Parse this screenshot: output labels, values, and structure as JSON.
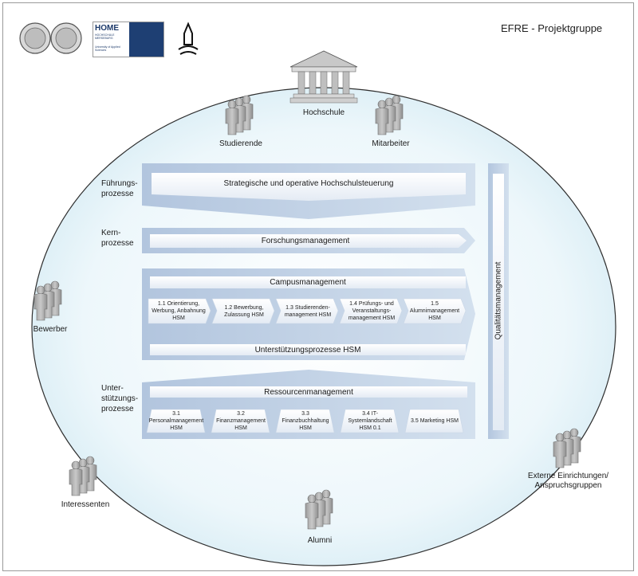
{
  "header": {
    "title": "EFRE - Projektgruppe",
    "logo_home_line1": "HOME",
    "logo_home_line2": "HOCHSCHULE MERSEBURG",
    "logo_home_line3": "University of Applied Sciences"
  },
  "stakeholders": {
    "hochschule": "Hochschule",
    "studierende": "Studierende",
    "mitarbeiter": "Mitarbeiter",
    "bewerber": "Bewerber",
    "interessenten": "Interessenten",
    "alumni": "Alumni",
    "extern_line1": "Externe Einrichtungen/",
    "extern_line2": "Anspruchsgruppen"
  },
  "sections": {
    "fuehrung_line1": "Führungs-",
    "fuehrung_line2": "prozesse",
    "kern_line1": "Kern-",
    "kern_line2": "prozesse",
    "unter_line1": "Unter-",
    "unter_line2": "stützungs-",
    "unter_line3": "prozesse"
  },
  "processes": {
    "steuerung": "Strategische und operative Hochschulsteuerung",
    "forschung": "Forschungsmanagement",
    "campus": "Campusmanagement",
    "campus_items": [
      "1.1 Orientierung, Werbung, Anbahnung HSM",
      "1.2 Bewerbung, Zulassung HSM",
      "1.3 Studierenden-management HSM",
      "1.4 Prüfungs- und Veranstaltungs-management HSM",
      "1.5 Alumnimanagement HSM"
    ],
    "unterstuetzung_hsm": "Unterstützungsprozesse HSM",
    "ressourcen": "Ressourcenmanagement",
    "ressourcen_items": [
      "3.1 Personalmanagement HSM",
      "3.2 Finanzmanagement HSM",
      "3.3 Finanzbuchhaltung HSM",
      "3.4 IT-Systemlandschaft HSM 0.1",
      "3.5 Marketing HSM"
    ],
    "qualitaet": "Qualitätsmanagement"
  },
  "colors": {
    "ellipse_fill": "#e6f3f8",
    "band": "#c3d3e6",
    "bar_light": "#f2f5fa",
    "person": "#a9a9a9"
  }
}
